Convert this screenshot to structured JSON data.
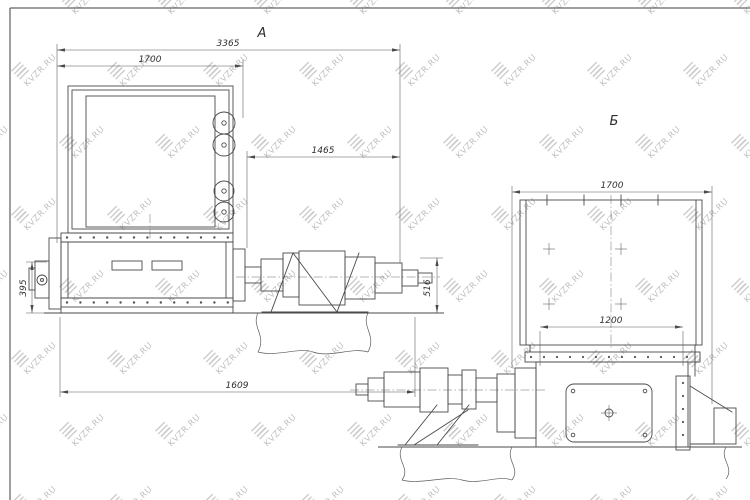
{
  "watermark": {
    "text": "KVZR.RU"
  },
  "drawing": {
    "views": {
      "a": {
        "label": "А",
        "dims": {
          "overall_width": "3365",
          "hopper_width": "1700",
          "drive_span": "1465",
          "height_to_axis": "516",
          "body_height": "395",
          "base_length": "1609"
        }
      },
      "b": {
        "label": "Б",
        "dims": {
          "width": "1700",
          "opening_width": "1200"
        }
      }
    }
  }
}
